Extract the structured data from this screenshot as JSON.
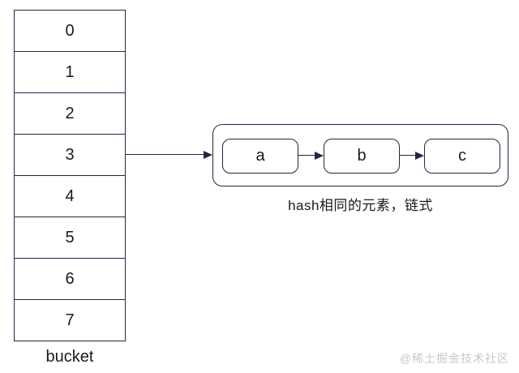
{
  "bucket": {
    "label": "bucket",
    "cells": [
      "0",
      "1",
      "2",
      "3",
      "4",
      "5",
      "6",
      "7"
    ],
    "linked_cell": "3"
  },
  "chain": {
    "nodes": [
      "a",
      "b",
      "c"
    ],
    "caption": "hash相同的元素，链式"
  },
  "watermark": {
    "text": "@稀土掘金技术社区"
  },
  "colors": {
    "line": "#262640",
    "text": "#1a1a1a",
    "watermark": "#c8c8c8",
    "background": "#ffffff"
  }
}
